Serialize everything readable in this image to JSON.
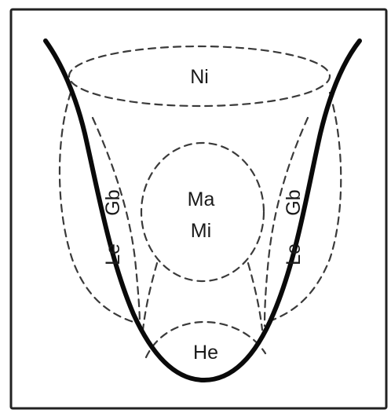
{
  "labels": {
    "nasion_region": "Ni",
    "center_line1": "Ma",
    "center_line2": "Mi",
    "left_margin_1": "Le",
    "left_margin_2": "Gb",
    "right_margin_1": "Le",
    "right_margin_2": "Gb",
    "bottom_region": "He"
  },
  "colors": {
    "outline": "#0a0a0a",
    "dashed": "#3a3a3a",
    "background": "#ffffff"
  }
}
